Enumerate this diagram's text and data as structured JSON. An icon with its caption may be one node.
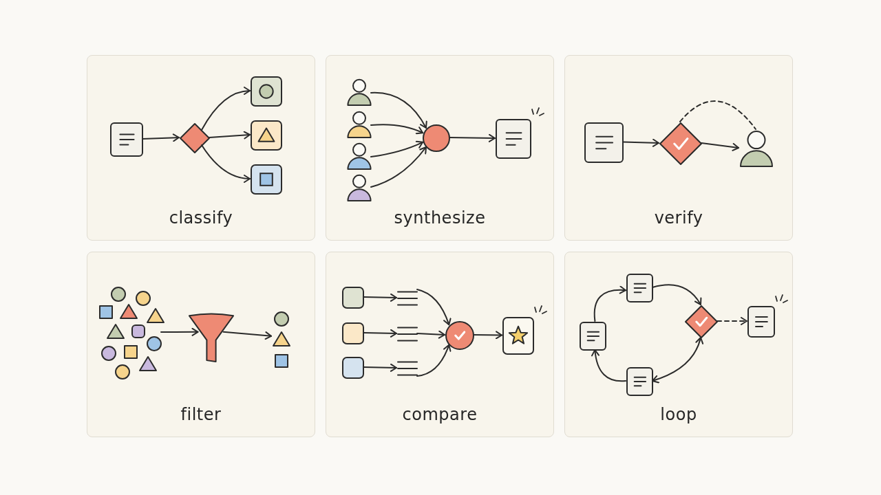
{
  "diagram": {
    "nodes": [
      {
        "text": [
          "classify"
        ]
      },
      {
        "text": [],
        "shape": "document",
        "in": 0
      },
      {
        "text": [],
        "shape": "diamond",
        "in": 0
      },
      {
        "text": [],
        "shape": "box",
        "in": 0
      },
      {
        "text": [],
        "shape": "box",
        "in": 0
      },
      {
        "text": [],
        "shape": "box",
        "in": 0
      },
      {
        "text": [
          "synthesize"
        ]
      },
      {
        "text": [],
        "shape": "person",
        "in": 6
      },
      {
        "text": [],
        "shape": "person",
        "in": 6
      },
      {
        "text": [],
        "shape": "person",
        "in": 6
      },
      {
        "text": [],
        "shape": "person",
        "in": 6
      },
      {
        "text": [],
        "shape": "circle",
        "in": 6
      },
      {
        "text": [],
        "shape": "document",
        "in": 6
      },
      {
        "text": [
          "verify"
        ]
      },
      {
        "text": [],
        "shape": "document",
        "in": 13
      },
      {
        "text": [],
        "shape": "diamond",
        "in": 13
      },
      {
        "text": [],
        "shape": "person",
        "in": 13
      },
      {
        "text": [
          "filter"
        ]
      },
      {
        "text": [],
        "shape": "cluster",
        "in": 17
      },
      {
        "text": [],
        "shape": "funnel",
        "in": 17
      },
      {
        "text": [],
        "shape": "cluster",
        "in": 17
      },
      {
        "text": [
          "compare"
        ]
      },
      {
        "text": [],
        "shape": "box",
        "in": 21
      },
      {
        "text": [],
        "shape": "list",
        "in": 21
      },
      {
        "text": [],
        "shape": "box",
        "in": 21
      },
      {
        "text": [],
        "shape": "list",
        "in": 21
      },
      {
        "text": [],
        "shape": "box",
        "in": 21
      },
      {
        "text": [],
        "shape": "list",
        "in": 21
      },
      {
        "text": [],
        "shape": "circle",
        "in": 21
      },
      {
        "text": [],
        "shape": "box",
        "in": 21
      },
      {
        "text": [
          "loop"
        ]
      },
      {
        "text": [],
        "shape": "document",
        "in": 30
      },
      {
        "text": [],
        "shape": "document",
        "in": 30
      },
      {
        "text": [],
        "shape": "diamond",
        "in": 30
      },
      {
        "text": [],
        "shape": "document",
        "in": 30
      },
      {
        "text": [],
        "shape": "document",
        "in": 30
      }
    ],
    "edges": [
      {
        "from": 1,
        "to": 2,
        "arrow": "to"
      },
      {
        "from": 2,
        "to": 3,
        "arrow": "to"
      },
      {
        "from": 2,
        "to": 4,
        "arrow": "to"
      },
      {
        "from": 2,
        "to": 5,
        "arrow": "to"
      },
      {
        "from": 7,
        "to": 11,
        "arrow": "to"
      },
      {
        "from": 8,
        "to": 11,
        "arrow": "to"
      },
      {
        "from": 9,
        "to": 11,
        "arrow": "to"
      },
      {
        "from": 10,
        "to": 11,
        "arrow": "to"
      },
      {
        "from": 11,
        "to": 12,
        "arrow": "to"
      },
      {
        "from": 14,
        "to": 15,
        "arrow": "to"
      },
      {
        "from": 15,
        "to": 16,
        "arrow": "to"
      },
      {
        "from": 15,
        "to": 16,
        "arrow": "none",
        "style": "dashed"
      },
      {
        "from": 18,
        "to": 19,
        "arrow": "to"
      },
      {
        "from": 19,
        "to": 20,
        "arrow": "to"
      },
      {
        "from": 22,
        "to": 23,
        "arrow": "to"
      },
      {
        "from": 24,
        "to": 25,
        "arrow": "to"
      },
      {
        "from": 26,
        "to": 27,
        "arrow": "to"
      },
      {
        "from": 23,
        "to": 28,
        "arrow": "to"
      },
      {
        "from": 25,
        "to": 28,
        "arrow": "to"
      },
      {
        "from": 27,
        "to": 28,
        "arrow": "to"
      },
      {
        "from": 28,
        "to": 29,
        "arrow": "to"
      },
      {
        "from": 32,
        "to": 31,
        "arrow": "to"
      },
      {
        "from": 31,
        "to": 33,
        "arrow": "to"
      },
      {
        "from": 33,
        "to": 35,
        "arrow": "both"
      },
      {
        "from": 35,
        "to": 32,
        "arrow": "to"
      },
      {
        "from": 33,
        "to": 34,
        "arrow": "to",
        "style": "dashed"
      }
    ]
  }
}
